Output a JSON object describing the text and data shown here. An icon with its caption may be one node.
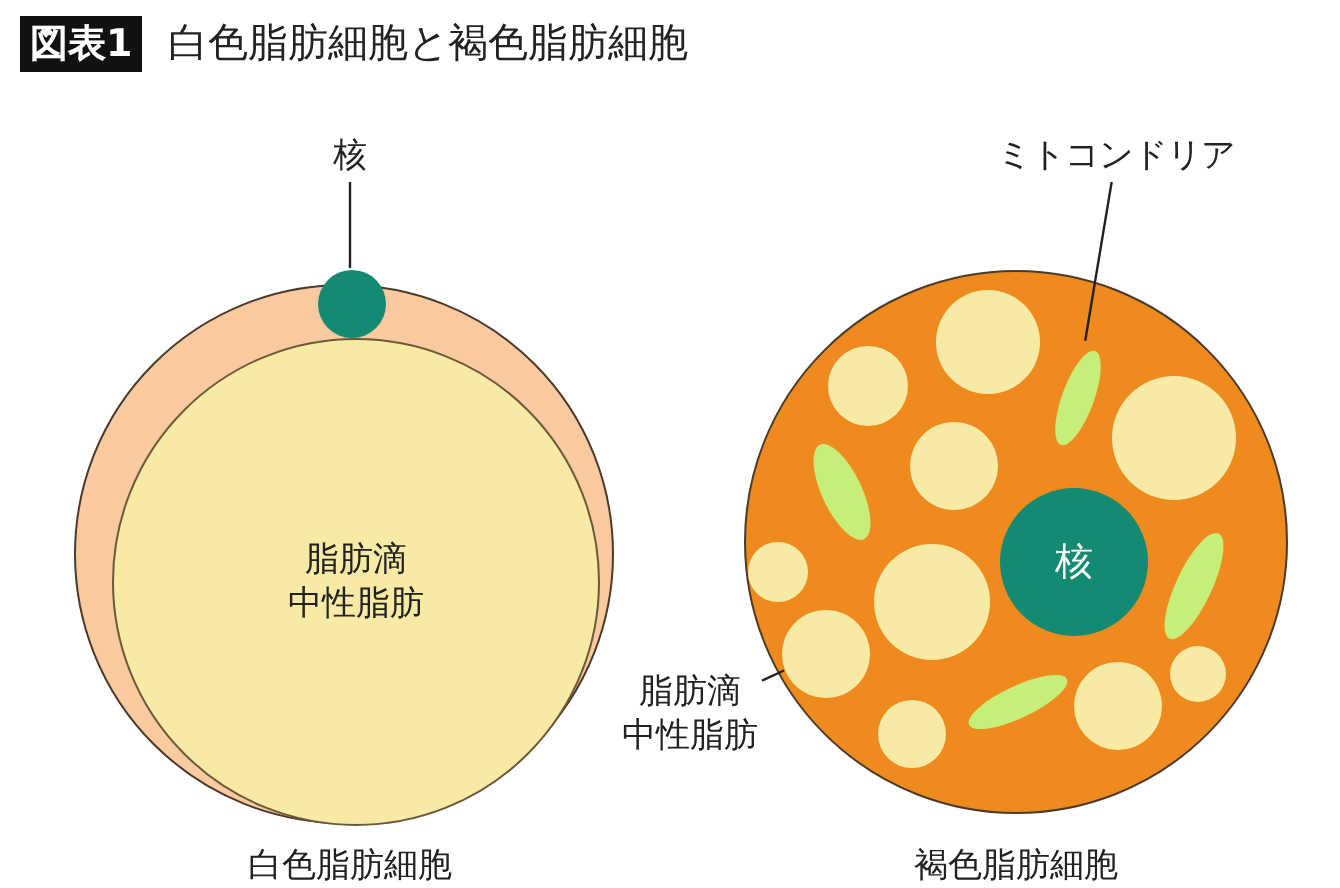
{
  "diagram": {
    "title": "白色脂肪細胞と褐色脂肪細胞",
    "nodes": [
      {
        "text": [],
        "shape": "circle",
        "beside": [
          "白色脂肪細胞"
        ]
      },
      {
        "text": [
          "脂肪滴",
          "中性脂肪"
        ],
        "in": 0
      },
      {
        "text": [],
        "shape": "circle",
        "in": 0
      },
      {
        "text": [
          "核"
        ]
      },
      {
        "text": [],
        "shape": "circle",
        "beside": [
          "褐色脂肪細胞"
        ]
      },
      {
        "text": [
          "核"
        ],
        "in": 4
      },
      {
        "text": [
          "ミトコンドリア"
        ]
      },
      {
        "text": [
          "脂肪滴",
          "中性脂肪"
        ]
      },
      {
        "text": [],
        "shape": "circle",
        "in": 4
      },
      {
        "text": [],
        "shape": "circle",
        "in": 4
      },
      {
        "text": [],
        "shape": "circle",
        "in": 4
      },
      {
        "text": [],
        "shape": "circle",
        "in": 4
      },
      {
        "text": [],
        "shape": "circle",
        "in": 4
      },
      {
        "text": [],
        "shape": "circle",
        "in": 4
      },
      {
        "text": [],
        "shape": "circle",
        "in": 4
      },
      {
        "text": [],
        "shape": "circle",
        "in": 4
      },
      {
        "text": [],
        "shape": "circle",
        "in": 4
      },
      {
        "text": [],
        "shape": "circle",
        "in": 4
      },
      {
        "text": [],
        "shape": "ellipse",
        "in": 4
      },
      {
        "text": [],
        "shape": "ellipse",
        "in": 4
      },
      {
        "text": [],
        "shape": "ellipse",
        "in": 4
      },
      {
        "text": [],
        "shape": "ellipse",
        "in": 4
      }
    ],
    "edges": [
      {
        "from": 3,
        "to": 2,
        "arrow": "none"
      },
      {
        "from": 6,
        "to": 18,
        "arrow": "none"
      },
      {
        "from": 7,
        "to": 14,
        "arrow": "none"
      }
    ],
    "labels": [
      "図表1"
    ]
  }
}
